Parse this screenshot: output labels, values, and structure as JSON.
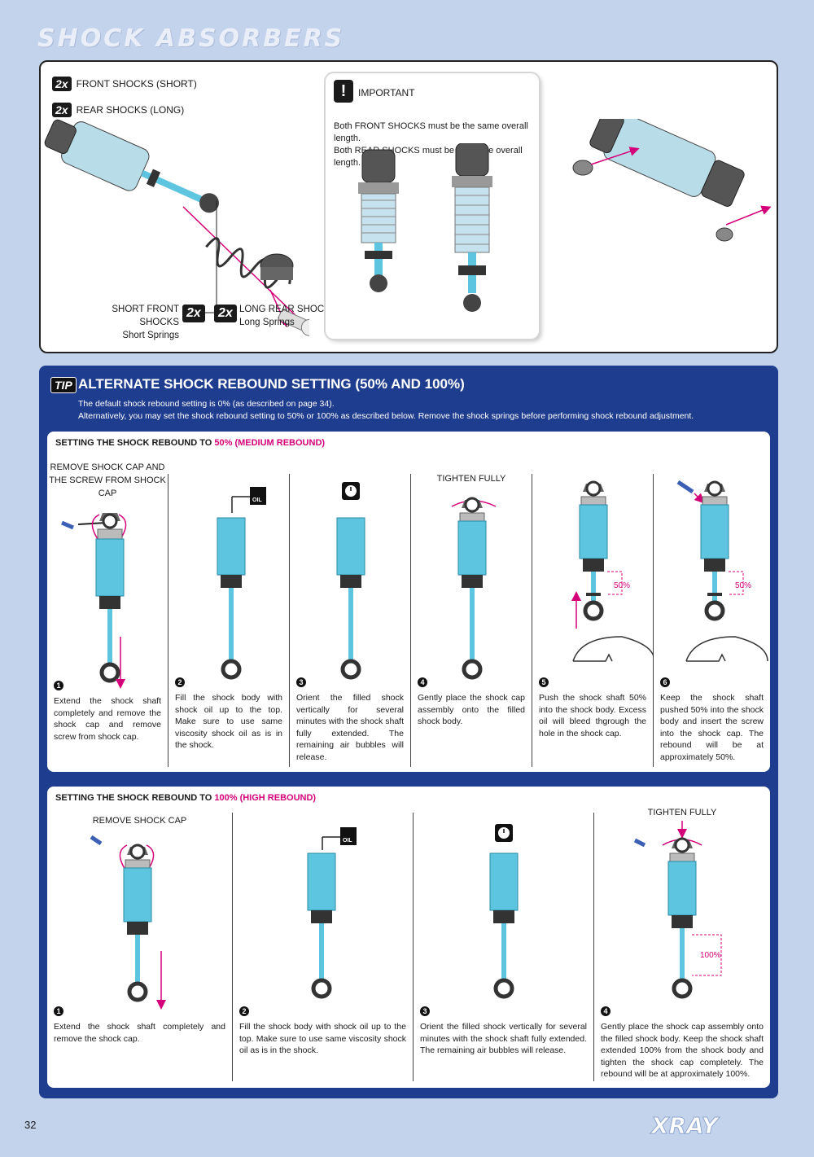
{
  "page": {
    "title": "SHOCK ABSORBERS",
    "page_number": "32"
  },
  "top_panel": {
    "qty_front": "2x",
    "label_front": "FRONT SHOCKS (SHORT)",
    "qty_rear": "2x",
    "label_rear": "REAR SHOCKS (LONG)",
    "springs": {
      "short_title": "SHORT FRONT SHOCKS",
      "short_sub": "Short Springs",
      "short_qty": "2x",
      "long_qty": "2x",
      "long_title": "LONG REAR SHOCKS",
      "long_sub": "Long Springs"
    },
    "important": {
      "icon": "!",
      "title": "IMPORTANT",
      "line1": "Both FRONT SHOCKS must be the same overall length.",
      "line2": "Both REAR SHOCKS must be the same overall length."
    }
  },
  "tip": {
    "badge": "TIP",
    "title": "ALTERNATE SHOCK REBOUND SETTING (50% AND 100%)",
    "line1": "The default shock rebound setting is 0% (as described on page 34).",
    "line2": "Alternatively, you may set the shock rebound setting to 50% or 100% as described below. Remove the shock springs before performing shock rebound adjustment."
  },
  "section_50": {
    "title_prefix": "SETTING THE SHOCK REBOUND TO ",
    "title_pct": "50% (MEDIUM REBOUND)",
    "steps": [
      {
        "num": "1",
        "heading": "REMOVE SHOCK CAP AND THE SCREW FROM SHOCK CAP",
        "text": "Extend the shock shaft completely and remove the shock cap and remove screw from shock cap."
      },
      {
        "num": "2",
        "heading": "",
        "icon": "OIL",
        "text": "Fill the shock body with shock oil up to the top. Make sure to use same viscosity shock oil as is in the shock."
      },
      {
        "num": "3",
        "heading": "",
        "icon": "timer",
        "text": "Orient the filled shock vertically for several minutes with the shock shaft fully extended. The remaining air bubbles will release."
      },
      {
        "num": "4",
        "heading": "TIGHTEN FULLY",
        "text": "Gently place the shock cap assembly onto the filled shock body."
      },
      {
        "num": "5",
        "heading": "",
        "label": "50%",
        "text": "Push the shock shaft 50% into the shock body. Excess oil will bleed thgrough the hole in the shock cap."
      },
      {
        "num": "6",
        "heading": "",
        "label": "50%",
        "text": "Keep the shock shaft pushed 50% into the shock body and insert the screw into the shock cap. The rebound will be at approximately 50%."
      }
    ]
  },
  "section_100": {
    "title_prefix": "SETTING THE SHOCK REBOUND TO ",
    "title_pct": "100% (HIGH REBOUND)",
    "steps": [
      {
        "num": "1",
        "heading": "REMOVE SHOCK CAP",
        "text": "Extend the shock shaft completely and remove the shock cap."
      },
      {
        "num": "2",
        "heading": "",
        "icon": "OIL",
        "text": "Fill the shock body with shock oil up to the top. Make sure to use same viscosity shock oil as is in the shock."
      },
      {
        "num": "3",
        "heading": "",
        "icon": "timer",
        "text": "Orient the filled shock vertically for several minutes with the shock shaft fully extended. The remaining air bubbles will release."
      },
      {
        "num": "4",
        "heading": "TIGHTEN FULLY",
        "label": "100%",
        "text": "Gently place the shock cap assembly onto the filled shock body. Keep the shock shaft extended 100% from the shock body and tighten the shock cap completely. The rebound will be at approximately 100%."
      }
    ]
  },
  "brand": {
    "logo_text": "XRAY"
  },
  "colors": {
    "background": "#c3d3ec",
    "tip_panel": "#1f3d8e",
    "accent_magenta": "#d4007a",
    "shock_body": "#5ec5e0"
  }
}
